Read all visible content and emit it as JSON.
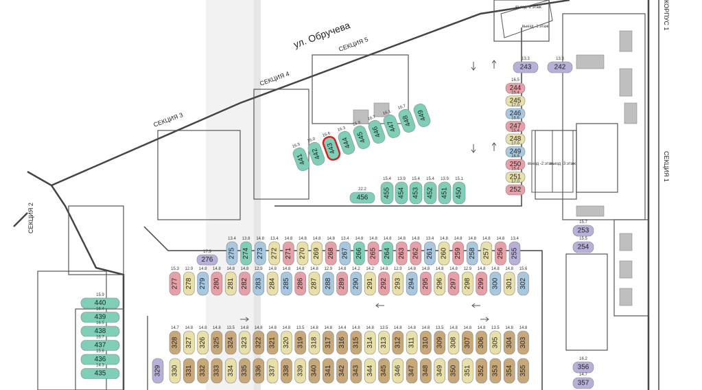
{
  "street_label": "ул. Обручева",
  "sections": {
    "s1": "СЕКЦИЯ 1",
    "s2": "СЕКЦИЯ 2",
    "s3": "СЕКЦИЯ 3",
    "s4": "СЕКЦИЯ 4",
    "s5": "СЕКЦИЯ 5",
    "korpus": "КОРПУС 1"
  },
  "ramps": {
    "exit_top_1": "въезд -2 этаж",
    "exit_top_2": "выезд -1 этаж",
    "ramp_mid_1": "въезд -2 этаж",
    "ramp_mid_2": "въезд -3 этаж"
  },
  "colors": {
    "wall": "#444444",
    "grey_block": "#bfbfbf",
    "teal": "#7fcfb8",
    "blue": "#a8c8e0",
    "pink": "#e8a0a8",
    "yellow": "#e8e0a8",
    "lavender": "#b8b0d8",
    "tan": "#c8a878",
    "highlight": "#d62020"
  },
  "highlight_spot": "443",
  "spots": {
    "diag": [
      {
        "id": "441",
        "size": "16.5",
        "color": "teal"
      },
      {
        "id": "442",
        "size": "16.0",
        "color": "teal"
      },
      {
        "id": "443",
        "size": "16.6",
        "color": "teal"
      },
      {
        "id": "444",
        "size": "16.3",
        "color": "teal"
      },
      {
        "id": "445",
        "size": "15.9",
        "color": "teal"
      },
      {
        "id": "446",
        "size": "16.7",
        "color": "teal"
      },
      {
        "id": "447",
        "size": "16.1",
        "color": "teal"
      },
      {
        "id": "448",
        "size": "16.7",
        "color": "teal"
      },
      {
        "id": "449",
        "size": "",
        "color": "teal"
      }
    ],
    "upper_right": [
      {
        "id": "450",
        "size": "15.1",
        "color": "teal"
      },
      {
        "id": "451",
        "size": "13.9",
        "color": "teal"
      },
      {
        "id": "452",
        "size": "15.4",
        "color": "teal"
      },
      {
        "id": "453",
        "size": "15.4",
        "color": "teal"
      },
      {
        "id": "454",
        "size": "13.9",
        "color": "teal"
      },
      {
        "id": "455",
        "size": "15.4",
        "color": "teal"
      },
      {
        "id": "456",
        "size": "22.2",
        "color": "teal"
      }
    ],
    "column_244": [
      {
        "id": "244",
        "size": "16.5",
        "color": "pink"
      },
      {
        "id": "245",
        "size": "15.4",
        "color": "yellow"
      },
      {
        "id": "246",
        "size": "17.0",
        "color": "blue"
      },
      {
        "id": "247",
        "size": "16.6",
        "color": "pink"
      },
      {
        "id": "248",
        "size": "15.4",
        "color": "yellow"
      },
      {
        "id": "249",
        "size": "17.0",
        "color": "blue"
      },
      {
        "id": "250",
        "size": "16.6",
        "color": "pink"
      },
      {
        "id": "251",
        "size": "15.4",
        "color": "yellow"
      },
      {
        "id": "252",
        "size": "17.0",
        "color": "pink"
      }
    ],
    "top_pair": [
      {
        "id": "243",
        "size": "13.3",
        "color": "lavender"
      },
      {
        "id": "242",
        "size": "13.3",
        "color": "lavender"
      }
    ],
    "right_col": [
      {
        "id": "253",
        "size": "15.7",
        "color": "lavender"
      },
      {
        "id": "254",
        "size": "15.5",
        "color": "lavender"
      },
      {
        "id": "356",
        "size": "16.2",
        "color": "lavender"
      },
      {
        "id": "357",
        "size": "14.7",
        "color": "lavender"
      }
    ],
    "row_top": [
      {
        "id": "276",
        "size": "17.9",
        "color": "lavender"
      },
      {
        "id": "275",
        "size": "13.4",
        "color": "blue"
      },
      {
        "id": "274",
        "size": "13.8",
        "color": "teal"
      },
      {
        "id": "273",
        "size": "14.8",
        "color": "blue"
      },
      {
        "id": "272",
        "size": "13.4",
        "color": "yellow"
      },
      {
        "id": "271",
        "size": "14.8",
        "color": "pink"
      },
      {
        "id": "270",
        "size": "14.8",
        "color": "yellow"
      },
      {
        "id": "269",
        "size": "14.8",
        "color": "yellow"
      },
      {
        "id": "268",
        "size": "14.8",
        "color": "pink"
      },
      {
        "id": "267",
        "size": "13.4",
        "color": "blue"
      },
      {
        "id": "266",
        "size": "14.8",
        "color": "teal"
      },
      {
        "id": "265",
        "size": "14.8",
        "color": "pink"
      },
      {
        "id": "264",
        "size": "14.8",
        "color": "teal"
      },
      {
        "id": "263",
        "size": "14.8",
        "color": "pink"
      },
      {
        "id": "262",
        "size": "14.8",
        "color": "pink"
      },
      {
        "id": "261",
        "size": "13.4",
        "color": "blue"
      },
      {
        "id": "260",
        "size": "14.8",
        "color": "yellow"
      },
      {
        "id": "259",
        "size": "14.8",
        "color": "pink"
      },
      {
        "id": "258",
        "size": "14.8",
        "color": "blue"
      },
      {
        "id": "257",
        "size": "14.8",
        "color": "yellow"
      },
      {
        "id": "256",
        "size": "14.8",
        "color": "pink"
      },
      {
        "id": "255",
        "size": "13.4",
        "color": "lavender"
      }
    ],
    "row_second": [
      {
        "id": "277",
        "size": "15.3",
        "color": "pink"
      },
      {
        "id": "278",
        "size": "12.9",
        "color": "yellow"
      },
      {
        "id": "279",
        "size": "14.8",
        "color": "blue"
      },
      {
        "id": "280",
        "size": "14.8",
        "color": "pink"
      },
      {
        "id": "281",
        "size": "14.8",
        "color": "yellow"
      },
      {
        "id": "282",
        "size": "14.8",
        "color": "pink"
      },
      {
        "id": "283",
        "size": "12.9",
        "color": "blue"
      },
      {
        "id": "284",
        "size": "14.8",
        "color": "yellow"
      },
      {
        "id": "285",
        "size": "14.8",
        "color": "blue"
      },
      {
        "id": "286",
        "size": "14.8",
        "color": "pink"
      },
      {
        "id": "287",
        "size": "14.8",
        "color": "yellow"
      },
      {
        "id": "288",
        "size": "12.9",
        "color": "blue"
      },
      {
        "id": "289",
        "size": "14.8",
        "color": "pink"
      },
      {
        "id": "290",
        "size": "14.2",
        "color": "blue"
      },
      {
        "id": "291",
        "size": "14.2",
        "color": "yellow"
      },
      {
        "id": "292",
        "size": "14.8",
        "color": "pink"
      },
      {
        "id": "293",
        "size": "12.9",
        "color": "yellow"
      },
      {
        "id": "294",
        "size": "14.8",
        "color": "blue"
      },
      {
        "id": "295",
        "size": "14.8",
        "color": "pink"
      },
      {
        "id": "296",
        "size": "14.8",
        "color": "yellow"
      },
      {
        "id": "297",
        "size": "14.8",
        "color": "pink"
      },
      {
        "id": "298",
        "size": "12.9",
        "color": "yellow"
      },
      {
        "id": "299",
        "size": "14.8",
        "color": "pink"
      },
      {
        "id": "300",
        "size": "14.8",
        "color": "blue"
      },
      {
        "id": "301",
        "size": "14.8",
        "color": "yellow"
      },
      {
        "id": "302",
        "size": "15.6",
        "color": "blue"
      }
    ],
    "row_third": [
      {
        "id": "328",
        "size": "14.7",
        "color": "tan"
      },
      {
        "id": "327",
        "size": "14.8",
        "color": "yellow"
      },
      {
        "id": "326",
        "size": "14.8",
        "color": "yellow"
      },
      {
        "id": "325",
        "size": "14.8",
        "color": "tan"
      },
      {
        "id": "324",
        "size": "13.5",
        "color": "tan"
      },
      {
        "id": "323",
        "size": "14.8",
        "color": "yellow"
      },
      {
        "id": "322",
        "size": "14.8",
        "color": "tan"
      },
      {
        "id": "321",
        "size": "14.8",
        "color": "tan"
      },
      {
        "id": "320",
        "size": "14.8",
        "color": "yellow"
      },
      {
        "id": "319",
        "size": "13.5",
        "color": "tan"
      },
      {
        "id": "318",
        "size": "14.8",
        "color": "yellow"
      },
      {
        "id": "317",
        "size": "14.8",
        "color": "tan"
      },
      {
        "id": "316",
        "size": "14.4",
        "color": "tan"
      },
      {
        "id": "315",
        "size": "14.8",
        "color": "tan"
      },
      {
        "id": "314",
        "size": "14.8",
        "color": "yellow"
      },
      {
        "id": "313",
        "size": "13.5",
        "color": "yellow"
      },
      {
        "id": "312",
        "size": "14.8",
        "color": "tan"
      },
      {
        "id": "311",
        "size": "14.8",
        "color": "yellow"
      },
      {
        "id": "310",
        "size": "14.8",
        "color": "tan"
      },
      {
        "id": "309",
        "size": "13.5",
        "color": "tan"
      },
      {
        "id": "308",
        "size": "14.8",
        "color": "yellow"
      },
      {
        "id": "307",
        "size": "14.8",
        "color": "tan"
      },
      {
        "id": "306",
        "size": "14.8",
        "color": "tan"
      },
      {
        "id": "305",
        "size": "13.5",
        "color": "yellow"
      },
      {
        "id": "304",
        "size": "14.8",
        "color": "tan"
      },
      {
        "id": "303",
        "size": "14.8",
        "color": "tan"
      }
    ],
    "row_bottom": [
      {
        "id": "329",
        "size": "",
        "color": "lavender"
      },
      {
        "id": "330",
        "size": "",
        "color": "yellow"
      },
      {
        "id": "331",
        "size": "",
        "color": "tan"
      },
      {
        "id": "332",
        "size": "",
        "color": "tan"
      },
      {
        "id": "333",
        "size": "",
        "color": "tan"
      },
      {
        "id": "334",
        "size": "",
        "color": "yellow"
      },
      {
        "id": "335",
        "size": "",
        "color": "tan"
      },
      {
        "id": "336",
        "size": "",
        "color": "tan"
      },
      {
        "id": "337",
        "size": "",
        "color": "yellow"
      },
      {
        "id": "338",
        "size": "",
        "color": "tan"
      },
      {
        "id": "339",
        "size": "",
        "color": "yellow"
      },
      {
        "id": "340",
        "size": "",
        "color": "tan"
      },
      {
        "id": "341",
        "size": "",
        "color": "tan"
      },
      {
        "id": "342",
        "size": "",
        "color": "tan"
      },
      {
        "id": "343",
        "size": "",
        "color": "tan"
      },
      {
        "id": "344",
        "size": "",
        "color": "yellow"
      },
      {
        "id": "345",
        "size": "",
        "color": "tan"
      },
      {
        "id": "346",
        "size": "",
        "color": "yellow"
      },
      {
        "id": "347",
        "size": "",
        "color": "tan"
      },
      {
        "id": "348",
        "size": "",
        "color": "tan"
      },
      {
        "id": "349",
        "size": "",
        "color": "yellow"
      },
      {
        "id": "350",
        "size": "",
        "color": "tan"
      },
      {
        "id": "351",
        "size": "",
        "color": "yellow"
      },
      {
        "id": "352",
        "size": "",
        "color": "tan"
      },
      {
        "id": "353",
        "size": "",
        "color": "tan"
      },
      {
        "id": "354",
        "size": "",
        "color": "tan"
      },
      {
        "id": "355",
        "size": "",
        "color": "tan"
      }
    ],
    "left_col": [
      {
        "id": "440",
        "size": "15.9",
        "color": "teal"
      },
      {
        "id": "439",
        "size": "16.4",
        "color": "teal"
      },
      {
        "id": "438",
        "size": "16.5",
        "color": "teal"
      },
      {
        "id": "437",
        "size": "16.7",
        "color": "teal"
      },
      {
        "id": "436",
        "size": "15.6",
        "color": "teal"
      },
      {
        "id": "435",
        "size": "14.3",
        "color": "teal"
      }
    ]
  }
}
